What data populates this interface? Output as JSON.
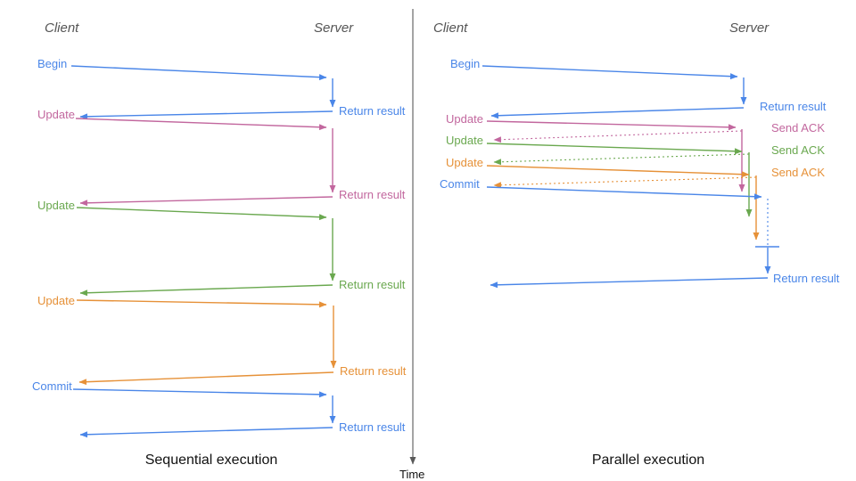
{
  "diagram": {
    "time_axis_label": "Time",
    "colors": {
      "blue": "#4a86e8",
      "pink": "#c2679e",
      "green": "#6aa84f",
      "orange": "#e69138",
      "axis": "#595959",
      "heading": "#555555",
      "title": "#111111"
    },
    "sequential": {
      "title": "Sequential execution",
      "client_label": "Client",
      "server_label": "Server",
      "messages": [
        {
          "label": "Begin",
          "response": "Return result"
        },
        {
          "label": "Update",
          "response": "Return result"
        },
        {
          "label": "Update",
          "response": "Return result"
        },
        {
          "label": "Update",
          "response": "Return result"
        },
        {
          "label": "Commit",
          "response": "Return result"
        }
      ]
    },
    "parallel": {
      "title": "Parallel execution",
      "client_label": "Client",
      "server_label": "Server",
      "messages": [
        {
          "label": "Begin",
          "response": "Return result"
        },
        {
          "label": "Update",
          "response": "Send ACK"
        },
        {
          "label": "Update",
          "response": "Send ACK"
        },
        {
          "label": "Update",
          "response": "Send ACK"
        },
        {
          "label": "Commit",
          "response": "Return result"
        }
      ]
    }
  }
}
